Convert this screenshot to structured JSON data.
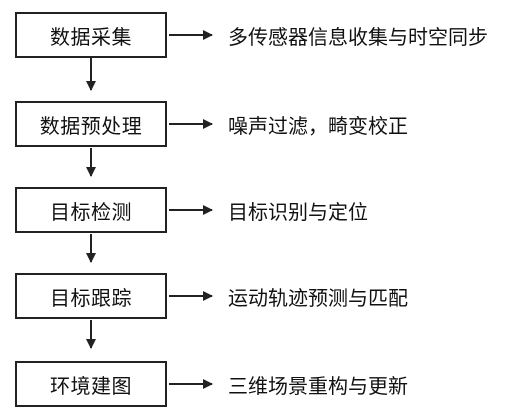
{
  "steps": [
    {
      "label": "数据采集",
      "description": "多传感器信息收集与时空同步"
    },
    {
      "label": "数据预处理",
      "description": "噪声过滤，畸变校正"
    },
    {
      "label": "目标检测",
      "description": "目标识别与定位"
    },
    {
      "label": "目标跟踪",
      "description": "运动轨迹预测与匹配"
    },
    {
      "label": "环境建图",
      "description": "三维场景重构与更新"
    }
  ]
}
